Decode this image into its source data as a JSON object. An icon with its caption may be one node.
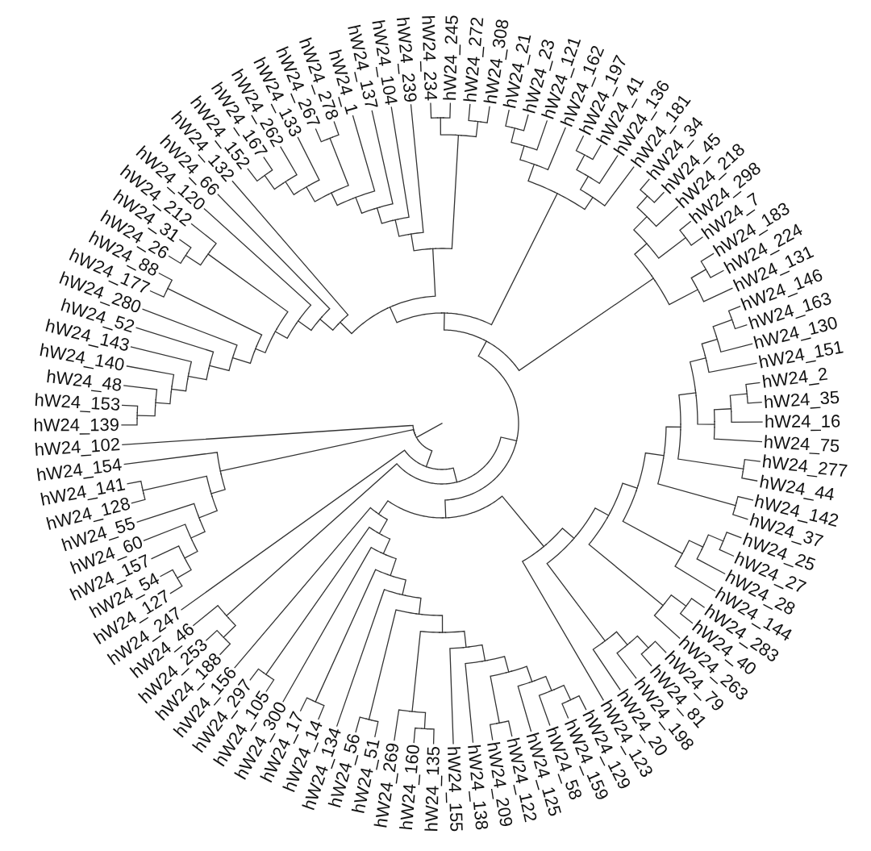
{
  "diagram": {
    "nodes": [
      {
        "text": [
          "hW24_245"
        ]
      },
      {
        "text": [
          "hW24_272"
        ]
      },
      {
        "text": [
          "hW24_308"
        ]
      },
      {
        "text": [
          "hW24_21"
        ]
      },
      {
        "text": [
          "hW24_23"
        ]
      },
      {
        "text": [
          "hW24_121"
        ]
      },
      {
        "text": [
          "hW24_162"
        ]
      },
      {
        "text": [
          "hW24_197"
        ]
      },
      {
        "text": [
          "hW24_41"
        ]
      },
      {
        "text": [
          "hW24_136"
        ]
      },
      {
        "text": [
          "hW24_181"
        ]
      },
      {
        "text": [
          "hW24_34"
        ]
      },
      {
        "text": [
          "hW24_45"
        ]
      },
      {
        "text": [
          "hW24_218"
        ]
      },
      {
        "text": [
          "hW24_298"
        ]
      },
      {
        "text": [
          "hW24_7"
        ]
      },
      {
        "text": [
          "hW24_183"
        ]
      },
      {
        "text": [
          "hW24_224"
        ]
      },
      {
        "text": [
          "hW24_131"
        ]
      },
      {
        "text": [
          "hW24_146"
        ]
      },
      {
        "text": [
          "hW24_163"
        ]
      },
      {
        "text": [
          "hW24_130"
        ]
      },
      {
        "text": [
          "hW24_151"
        ]
      },
      {
        "text": [
          "hW24_2"
        ]
      },
      {
        "text": [
          "hW24_35"
        ]
      },
      {
        "text": [
          "hW24_16"
        ]
      },
      {
        "text": [
          "hW24_75"
        ]
      },
      {
        "text": [
          "hW24_277"
        ]
      },
      {
        "text": [
          "hW24_44"
        ]
      },
      {
        "text": [
          "hW24_142"
        ]
      },
      {
        "text": [
          "hW24_37"
        ]
      },
      {
        "text": [
          "hW24_25"
        ]
      },
      {
        "text": [
          "hW24_27"
        ]
      },
      {
        "text": [
          "hW24_28"
        ]
      },
      {
        "text": [
          "hW24_144"
        ]
      },
      {
        "text": [
          "hW24_283"
        ]
      },
      {
        "text": [
          "hW24_40"
        ]
      },
      {
        "text": [
          "hW24_263"
        ]
      },
      {
        "text": [
          "hW24_79"
        ]
      },
      {
        "text": [
          "hW24_81"
        ]
      },
      {
        "text": [
          "hW24_198"
        ]
      },
      {
        "text": [
          "hW24_20"
        ]
      },
      {
        "text": [
          "hW24_123"
        ]
      },
      {
        "text": [
          "hW24_129"
        ]
      },
      {
        "text": [
          "hW24_159"
        ]
      },
      {
        "text": [
          "hW24_58"
        ]
      },
      {
        "text": [
          "hW24_125"
        ]
      },
      {
        "text": [
          "hW24_122"
        ]
      },
      {
        "text": [
          "hW24_209"
        ]
      },
      {
        "text": [
          "hW24_138"
        ]
      },
      {
        "text": [
          "hW24_155"
        ]
      },
      {
        "text": [
          "hW24_135"
        ]
      },
      {
        "text": [
          "hW24_160"
        ]
      },
      {
        "text": [
          "hW24_269"
        ]
      },
      {
        "text": [
          "hW24_51"
        ]
      },
      {
        "text": [
          "hW24_56"
        ]
      },
      {
        "text": [
          "hW24_134"
        ]
      },
      {
        "text": [
          "hW24_14"
        ]
      },
      {
        "text": [
          "hW24_17"
        ]
      },
      {
        "text": [
          "hW24_300"
        ]
      },
      {
        "text": [
          "hW24_105"
        ]
      },
      {
        "text": [
          "hW24_297"
        ]
      },
      {
        "text": [
          "hW24_156"
        ]
      },
      {
        "text": [
          "hW24_188"
        ]
      },
      {
        "text": [
          "hW24_253"
        ]
      },
      {
        "text": [
          "hW24_46"
        ]
      },
      {
        "text": [
          "hW24_247"
        ]
      },
      {
        "text": [
          "hW24_127"
        ]
      },
      {
        "text": [
          "hW24_54"
        ]
      },
      {
        "text": [
          "hW24_157"
        ]
      },
      {
        "text": [
          "hW24_60"
        ]
      },
      {
        "text": [
          "hW24_55"
        ]
      },
      {
        "text": [
          "hW24_128"
        ]
      },
      {
        "text": [
          "hW24_141"
        ]
      },
      {
        "text": [
          "hW24_154"
        ]
      },
      {
        "text": [
          "hW24_102"
        ]
      },
      {
        "text": [
          "hW24_139"
        ]
      },
      {
        "text": [
          "hW24_153"
        ]
      },
      {
        "text": [
          "hW24_48"
        ]
      },
      {
        "text": [
          "hW24_140"
        ]
      },
      {
        "text": [
          "hW24_143"
        ]
      },
      {
        "text": [
          "hW24_52"
        ]
      },
      {
        "text": [
          "hW24_280"
        ]
      },
      {
        "text": [
          "hW24_177"
        ]
      },
      {
        "text": [
          "hW24_88"
        ]
      },
      {
        "text": [
          "hW24_26"
        ]
      },
      {
        "text": [
          "hW24_31"
        ]
      },
      {
        "text": [
          "hW24_212"
        ]
      },
      {
        "text": [
          "hW24_120"
        ]
      },
      {
        "text": [
          "hW24_66"
        ]
      },
      {
        "text": [
          "hW24_132"
        ]
      },
      {
        "text": [
          "hW24_152"
        ]
      },
      {
        "text": [
          "hW24_167"
        ]
      },
      {
        "text": [
          "hW24_262"
        ]
      },
      {
        "text": [
          "hW24_133"
        ]
      },
      {
        "text": [
          "hW24_267"
        ]
      },
      {
        "text": [
          "hW24_278"
        ]
      },
      {
        "text": [
          "hW24_1"
        ]
      },
      {
        "text": [
          "hW24_137"
        ]
      },
      {
        "text": [
          "hW24_104"
        ]
      },
      {
        "text": [
          "hW24_239"
        ]
      },
      {
        "text": [
          "hW24_234"
        ]
      },
      {
        "text": [],
        "shape": "arc"
      },
      {
        "text": [],
        "shape": "arc"
      },
      {
        "text": [],
        "shape": "arc"
      },
      {
        "text": [],
        "shape": "arc"
      },
      {
        "text": [],
        "shape": "arc"
      },
      {
        "text": [],
        "shape": "arc"
      },
      {
        "text": [],
        "shape": "arc"
      },
      {
        "text": [],
        "shape": "arc"
      },
      {
        "text": [],
        "shape": "arc"
      },
      {
        "text": [],
        "shape": "arc"
      },
      {
        "text": [],
        "shape": "arc"
      },
      {
        "text": [],
        "shape": "arc"
      },
      {
        "text": [],
        "shape": "arc"
      },
      {
        "text": [],
        "shape": "arc"
      },
      {
        "text": [],
        "shape": "arc"
      },
      {
        "text": [],
        "shape": "arc"
      },
      {
        "text": [],
        "shape": "arc"
      },
      {
        "text": [],
        "shape": "arc"
      },
      {
        "text": [],
        "shape": "arc"
      },
      {
        "text": [],
        "shape": "arc"
      },
      {
        "text": [],
        "shape": "arc"
      },
      {
        "text": [],
        "shape": "arc"
      },
      {
        "text": [],
        "shape": "arc"
      },
      {
        "text": [],
        "shape": "arc"
      },
      {
        "text": [],
        "shape": "arc"
      },
      {
        "text": [],
        "shape": "arc"
      },
      {
        "text": [],
        "shape": "arc"
      },
      {
        "text": [],
        "shape": "arc"
      },
      {
        "text": [],
        "shape": "arc"
      },
      {
        "text": [],
        "shape": "arc"
      },
      {
        "text": [],
        "shape": "arc"
      },
      {
        "text": [],
        "shape": "arc"
      },
      {
        "text": [],
        "shape": "arc"
      },
      {
        "text": [],
        "shape": "arc"
      },
      {
        "text": [],
        "shape": "arc"
      },
      {
        "text": [],
        "shape": "arc"
      },
      {
        "text": [],
        "shape": "arc"
      },
      {
        "text": [],
        "shape": "arc"
      },
      {
        "text": [],
        "shape": "arc"
      },
      {
        "text": [],
        "shape": "arc"
      },
      {
        "text": [],
        "shape": "arc"
      },
      {
        "text": [],
        "shape": "arc"
      },
      {
        "text": [],
        "shape": "arc"
      },
      {
        "text": [],
        "shape": "arc"
      },
      {
        "text": [],
        "shape": "arc"
      },
      {
        "text": [],
        "shape": "arc"
      },
      {
        "text": [],
        "shape": "arc"
      },
      {
        "text": [],
        "shape": "arc"
      },
      {
        "text": [],
        "shape": "arc"
      },
      {
        "text": [],
        "shape": "arc"
      },
      {
        "text": [],
        "shape": "arc"
      },
      {
        "text": [],
        "shape": "arc"
      },
      {
        "text": [],
        "shape": "arc"
      },
      {
        "text": [],
        "shape": "arc"
      },
      {
        "text": [],
        "shape": "arc"
      },
      {
        "text": [],
        "shape": "arc"
      },
      {
        "text": [],
        "shape": "arc"
      },
      {
        "text": [],
        "shape": "arc"
      },
      {
        "text": [],
        "shape": "arc"
      },
      {
        "text": [],
        "shape": "arc"
      },
      {
        "text": [],
        "shape": "arc"
      },
      {
        "text": [],
        "shape": "arc"
      },
      {
        "text": [],
        "shape": "arc"
      },
      {
        "text": [],
        "shape": "arc"
      },
      {
        "text": [],
        "shape": "arc"
      },
      {
        "text": [],
        "shape": "arc"
      },
      {
        "text": [],
        "shape": "arc"
      },
      {
        "text": [],
        "shape": "arc"
      },
      {
        "text": [],
        "shape": "arc"
      },
      {
        "text": [],
        "shape": "arc"
      },
      {
        "text": [],
        "shape": "arc"
      },
      {
        "text": [],
        "shape": "arc"
      },
      {
        "text": [],
        "shape": "arc"
      },
      {
        "text": [],
        "shape": "arc"
      },
      {
        "text": [],
        "shape": "arc"
      },
      {
        "text": [],
        "shape": "arc"
      },
      {
        "text": [],
        "shape": "arc"
      },
      {
        "text": [],
        "shape": "arc"
      },
      {
        "text": [],
        "shape": "arc"
      },
      {
        "text": [],
        "shape": "arc"
      },
      {
        "text": [],
        "shape": "arc"
      },
      {
        "text": [],
        "shape": "arc"
      },
      {
        "text": [],
        "shape": "arc"
      },
      {
        "text": [],
        "shape": "arc"
      },
      {
        "text": [],
        "shape": "arc"
      },
      {
        "text": [],
        "shape": "arc"
      },
      {
        "text": [],
        "shape": "arc"
      },
      {
        "text": [],
        "shape": "arc"
      },
      {
        "text": [],
        "shape": "arc"
      },
      {
        "text": [],
        "shape": "arc"
      },
      {
        "text": [],
        "shape": "arc"
      },
      {
        "text": [],
        "shape": "arc"
      },
      {
        "text": [],
        "shape": "arc"
      },
      {
        "text": [],
        "shape": "arc"
      },
      {
        "text": [],
        "shape": "arc"
      },
      {
        "text": [],
        "shape": "arc"
      },
      {
        "text": [],
        "shape": "arc"
      },
      {
        "text": [],
        "shape": "arc"
      },
      {
        "text": [],
        "shape": "arc"
      },
      {
        "text": [],
        "shape": "arc"
      }
    ],
    "edges": [
      {
        "from": null,
        "to": 201,
        "arrow": "none"
      },
      {
        "from": 102,
        "to": 101,
        "arrow": "none"
      },
      {
        "from": 102,
        "to": 0,
        "arrow": "none"
      },
      {
        "from": 103,
        "to": 1,
        "arrow": "none"
      },
      {
        "from": 103,
        "to": 2,
        "arrow": "none"
      },
      {
        "from": 104,
        "to": 102,
        "arrow": "none"
      },
      {
        "from": 104,
        "to": 103,
        "arrow": "none"
      },
      {
        "from": 105,
        "to": 91,
        "arrow": "none"
      },
      {
        "from": 105,
        "to": 92,
        "arrow": "none"
      },
      {
        "from": 106,
        "to": 105,
        "arrow": "none"
      },
      {
        "from": 106,
        "to": 93,
        "arrow": "none"
      },
      {
        "from": 107,
        "to": 106,
        "arrow": "none"
      },
      {
        "from": 107,
        "to": 94,
        "arrow": "none"
      },
      {
        "from": 108,
        "to": 95,
        "arrow": "none"
      },
      {
        "from": 108,
        "to": 96,
        "arrow": "none"
      },
      {
        "from": 109,
        "to": 107,
        "arrow": "none"
      },
      {
        "from": 109,
        "to": 108,
        "arrow": "none"
      },
      {
        "from": 110,
        "to": 109,
        "arrow": "none"
      },
      {
        "from": 110,
        "to": 97,
        "arrow": "none"
      },
      {
        "from": 111,
        "to": 110,
        "arrow": "none"
      },
      {
        "from": 111,
        "to": 98,
        "arrow": "none"
      },
      {
        "from": 112,
        "to": 111,
        "arrow": "none"
      },
      {
        "from": 112,
        "to": 99,
        "arrow": "none"
      },
      {
        "from": 113,
        "to": 112,
        "arrow": "none"
      },
      {
        "from": 113,
        "to": 100,
        "arrow": "none"
      },
      {
        "from": 114,
        "to": 113,
        "arrow": "none"
      },
      {
        "from": 114,
        "to": 104,
        "arrow": "none"
      },
      {
        "from": 115,
        "to": 76,
        "arrow": "none"
      },
      {
        "from": 115,
        "to": 77,
        "arrow": "none"
      },
      {
        "from": 116,
        "to": 115,
        "arrow": "none"
      },
      {
        "from": 116,
        "to": 78,
        "arrow": "none"
      },
      {
        "from": 117,
        "to": 116,
        "arrow": "none"
      },
      {
        "from": 117,
        "to": 79,
        "arrow": "none"
      },
      {
        "from": 118,
        "to": 117,
        "arrow": "none"
      },
      {
        "from": 118,
        "to": 80,
        "arrow": "none"
      },
      {
        "from": 119,
        "to": 118,
        "arrow": "none"
      },
      {
        "from": 119,
        "to": 81,
        "arrow": "none"
      },
      {
        "from": 120,
        "to": 119,
        "arrow": "none"
      },
      {
        "from": 120,
        "to": 82,
        "arrow": "none"
      },
      {
        "from": 121,
        "to": 83,
        "arrow": "none"
      },
      {
        "from": 121,
        "to": 84,
        "arrow": "none"
      },
      {
        "from": 122,
        "to": 120,
        "arrow": "none"
      },
      {
        "from": 122,
        "to": 121,
        "arrow": "none"
      },
      {
        "from": 123,
        "to": 85,
        "arrow": "none"
      },
      {
        "from": 123,
        "to": 86,
        "arrow": "none"
      },
      {
        "from": 124,
        "to": 123,
        "arrow": "none"
      },
      {
        "from": 124,
        "to": 87,
        "arrow": "none"
      },
      {
        "from": 125,
        "to": 122,
        "arrow": "none"
      },
      {
        "from": 125,
        "to": 124,
        "arrow": "none"
      },
      {
        "from": 126,
        "to": 125,
        "arrow": "none"
      },
      {
        "from": 126,
        "to": 88,
        "arrow": "none"
      },
      {
        "from": 127,
        "to": 126,
        "arrow": "none"
      },
      {
        "from": 127,
        "to": 89,
        "arrow": "none"
      },
      {
        "from": 128,
        "to": 127,
        "arrow": "none"
      },
      {
        "from": 128,
        "to": 90,
        "arrow": "none"
      },
      {
        "from": 129,
        "to": 128,
        "arrow": "none"
      },
      {
        "from": 129,
        "to": 114,
        "arrow": "none"
      },
      {
        "from": 130,
        "to": 3,
        "arrow": "none"
      },
      {
        "from": 130,
        "to": 4,
        "arrow": "none"
      },
      {
        "from": 131,
        "to": 130,
        "arrow": "none"
      },
      {
        "from": 131,
        "to": 5,
        "arrow": "none"
      },
      {
        "from": 132,
        "to": 131,
        "arrow": "none"
      },
      {
        "from": 132,
        "to": 6,
        "arrow": "none"
      },
      {
        "from": 133,
        "to": 7,
        "arrow": "none"
      },
      {
        "from": 133,
        "to": 8,
        "arrow": "none"
      },
      {
        "from": 134,
        "to": 133,
        "arrow": "none"
      },
      {
        "from": 134,
        "to": 9,
        "arrow": "none"
      },
      {
        "from": 135,
        "to": 134,
        "arrow": "none"
      },
      {
        "from": 135,
        "to": 10,
        "arrow": "none"
      },
      {
        "from": 136,
        "to": 132,
        "arrow": "none"
      },
      {
        "from": 136,
        "to": 135,
        "arrow": "none"
      },
      {
        "from": 137,
        "to": 129,
        "arrow": "none"
      },
      {
        "from": 137,
        "to": 136,
        "arrow": "none"
      },
      {
        "from": 138,
        "to": 11,
        "arrow": "none"
      },
      {
        "from": 138,
        "to": 12,
        "arrow": "none"
      },
      {
        "from": 139,
        "to": 138,
        "arrow": "none"
      },
      {
        "from": 139,
        "to": 13,
        "arrow": "none"
      },
      {
        "from": 140,
        "to": 14,
        "arrow": "none"
      },
      {
        "from": 140,
        "to": 15,
        "arrow": "none"
      },
      {
        "from": 141,
        "to": 139,
        "arrow": "none"
      },
      {
        "from": 141,
        "to": 140,
        "arrow": "none"
      },
      {
        "from": 142,
        "to": 16,
        "arrow": "none"
      },
      {
        "from": 142,
        "to": 17,
        "arrow": "none"
      },
      {
        "from": 143,
        "to": 142,
        "arrow": "none"
      },
      {
        "from": 143,
        "to": 18,
        "arrow": "none"
      },
      {
        "from": 144,
        "to": 141,
        "arrow": "none"
      },
      {
        "from": 144,
        "to": 143,
        "arrow": "none"
      },
      {
        "from": 145,
        "to": 137,
        "arrow": "none"
      },
      {
        "from": 145,
        "to": 144,
        "arrow": "none"
      },
      {
        "from": 146,
        "to": 19,
        "arrow": "none"
      },
      {
        "from": 146,
        "to": 20,
        "arrow": "none"
      },
      {
        "from": 147,
        "to": 146,
        "arrow": "none"
      },
      {
        "from": 147,
        "to": 21,
        "arrow": "none"
      },
      {
        "from": 148,
        "to": 147,
        "arrow": "none"
      },
      {
        "from": 148,
        "to": 22,
        "arrow": "none"
      },
      {
        "from": 149,
        "to": 23,
        "arrow": "none"
      },
      {
        "from": 149,
        "to": 24,
        "arrow": "none"
      },
      {
        "from": 150,
        "to": 149,
        "arrow": "none"
      },
      {
        "from": 150,
        "to": 25,
        "arrow": "none"
      },
      {
        "from": 151,
        "to": 150,
        "arrow": "none"
      },
      {
        "from": 151,
        "to": 26,
        "arrow": "none"
      },
      {
        "from": 152,
        "to": 148,
        "arrow": "none"
      },
      {
        "from": 152,
        "to": 151,
        "arrow": "none"
      },
      {
        "from": 153,
        "to": 27,
        "arrow": "none"
      },
      {
        "from": 153,
        "to": 28,
        "arrow": "none"
      },
      {
        "from": 154,
        "to": 152,
        "arrow": "none"
      },
      {
        "from": 154,
        "to": 153,
        "arrow": "none"
      },
      {
        "from": 155,
        "to": 29,
        "arrow": "none"
      },
      {
        "from": 155,
        "to": 30,
        "arrow": "none"
      },
      {
        "from": 156,
        "to": 154,
        "arrow": "none"
      },
      {
        "from": 156,
        "to": 155,
        "arrow": "none"
      },
      {
        "from": 157,
        "to": 31,
        "arrow": "none"
      },
      {
        "from": 157,
        "to": 32,
        "arrow": "none"
      },
      {
        "from": 158,
        "to": 157,
        "arrow": "none"
      },
      {
        "from": 158,
        "to": 33,
        "arrow": "none"
      },
      {
        "from": 159,
        "to": 158,
        "arrow": "none"
      },
      {
        "from": 159,
        "to": 34,
        "arrow": "none"
      },
      {
        "from": 160,
        "to": 156,
        "arrow": "none"
      },
      {
        "from": 160,
        "to": 159,
        "arrow": "none"
      },
      {
        "from": 161,
        "to": 35,
        "arrow": "none"
      },
      {
        "from": 161,
        "to": 36,
        "arrow": "none"
      },
      {
        "from": 162,
        "to": 161,
        "arrow": "none"
      },
      {
        "from": 162,
        "to": 37,
        "arrow": "none"
      },
      {
        "from": 163,
        "to": 160,
        "arrow": "none"
      },
      {
        "from": 163,
        "to": 162,
        "arrow": "none"
      },
      {
        "from": 164,
        "to": 38,
        "arrow": "none"
      },
      {
        "from": 164,
        "to": 39,
        "arrow": "none"
      },
      {
        "from": 165,
        "to": 164,
        "arrow": "none"
      },
      {
        "from": 165,
        "to": 40,
        "arrow": "none"
      },
      {
        "from": 166,
        "to": 165,
        "arrow": "none"
      },
      {
        "from": 166,
        "to": 41,
        "arrow": "none"
      },
      {
        "from": 167,
        "to": 163,
        "arrow": "none"
      },
      {
        "from": 167,
        "to": 166,
        "arrow": "none"
      },
      {
        "from": 168,
        "to": 167,
        "arrow": "none"
      },
      {
        "from": 168,
        "to": 42,
        "arrow": "none"
      },
      {
        "from": 169,
        "to": 43,
        "arrow": "none"
      },
      {
        "from": 169,
        "to": 44,
        "arrow": "none"
      },
      {
        "from": 170,
        "to": 169,
        "arrow": "none"
      },
      {
        "from": 170,
        "to": 45,
        "arrow": "none"
      },
      {
        "from": 171,
        "to": 170,
        "arrow": "none"
      },
      {
        "from": 171,
        "to": 46,
        "arrow": "none"
      },
      {
        "from": 172,
        "to": 47,
        "arrow": "none"
      },
      {
        "from": 172,
        "to": 48,
        "arrow": "none"
      },
      {
        "from": 173,
        "to": 171,
        "arrow": "none"
      },
      {
        "from": 173,
        "to": 172,
        "arrow": "none"
      },
      {
        "from": 174,
        "to": 173,
        "arrow": "none"
      },
      {
        "from": 174,
        "to": 49,
        "arrow": "none"
      },
      {
        "from": 175,
        "to": 174,
        "arrow": "none"
      },
      {
        "from": 175,
        "to": 50,
        "arrow": "none"
      },
      {
        "from": 176,
        "to": 51,
        "arrow": "none"
      },
      {
        "from": 176,
        "to": 52,
        "arrow": "none"
      },
      {
        "from": 177,
        "to": 176,
        "arrow": "none"
      },
      {
        "from": 177,
        "to": 53,
        "arrow": "none"
      },
      {
        "from": 178,
        "to": 175,
        "arrow": "none"
      },
      {
        "from": 178,
        "to": 177,
        "arrow": "none"
      },
      {
        "from": 179,
        "to": 54,
        "arrow": "none"
      },
      {
        "from": 179,
        "to": 55,
        "arrow": "none"
      },
      {
        "from": 180,
        "to": 178,
        "arrow": "none"
      },
      {
        "from": 180,
        "to": 179,
        "arrow": "none"
      },
      {
        "from": 181,
        "to": 180,
        "arrow": "none"
      },
      {
        "from": 181,
        "to": 56,
        "arrow": "none"
      },
      {
        "from": 182,
        "to": 57,
        "arrow": "none"
      },
      {
        "from": 182,
        "to": 58,
        "arrow": "none"
      },
      {
        "from": 183,
        "to": 181,
        "arrow": "none"
      },
      {
        "from": 183,
        "to": 182,
        "arrow": "none"
      },
      {
        "from": 184,
        "to": 183,
        "arrow": "none"
      },
      {
        "from": 184,
        "to": 59,
        "arrow": "none"
      },
      {
        "from": 185,
        "to": 60,
        "arrow": "none"
      },
      {
        "from": 185,
        "to": 61,
        "arrow": "none"
      },
      {
        "from": 186,
        "to": 184,
        "arrow": "none"
      },
      {
        "from": 186,
        "to": 185,
        "arrow": "none"
      },
      {
        "from": 187,
        "to": 186,
        "arrow": "none"
      },
      {
        "from": 187,
        "to": 62,
        "arrow": "none"
      },
      {
        "from": 188,
        "to": 168,
        "arrow": "none"
      },
      {
        "from": 188,
        "to": 187,
        "arrow": "none"
      },
      {
        "from": 189,
        "to": 145,
        "arrow": "none"
      },
      {
        "from": 189,
        "to": 188,
        "arrow": "none"
      },
      {
        "from": 190,
        "to": 63,
        "arrow": "none"
      },
      {
        "from": 190,
        "to": 64,
        "arrow": "none"
      },
      {
        "from": 191,
        "to": 190,
        "arrow": "none"
      },
      {
        "from": 191,
        "to": 65,
        "arrow": "none"
      },
      {
        "from": 192,
        "to": 189,
        "arrow": "none"
      },
      {
        "from": 192,
        "to": 191,
        "arrow": "none"
      },
      {
        "from": 193,
        "to": 192,
        "arrow": "none"
      },
      {
        "from": 193,
        "to": 66,
        "arrow": "none"
      },
      {
        "from": 194,
        "to": 67,
        "arrow": "none"
      },
      {
        "from": 194,
        "to": 68,
        "arrow": "none"
      },
      {
        "from": 195,
        "to": 194,
        "arrow": "none"
      },
      {
        "from": 195,
        "to": 69,
        "arrow": "none"
      },
      {
        "from": 196,
        "to": 195,
        "arrow": "none"
      },
      {
        "from": 196,
        "to": 70,
        "arrow": "none"
      },
      {
        "from": 197,
        "to": 196,
        "arrow": "none"
      },
      {
        "from": 197,
        "to": 71,
        "arrow": "none"
      },
      {
        "from": 198,
        "to": 72,
        "arrow": "none"
      },
      {
        "from": 198,
        "to": 73,
        "arrow": "none"
      },
      {
        "from": 199,
        "to": 197,
        "arrow": "none"
      },
      {
        "from": 199,
        "to": 198,
        "arrow": "none"
      },
      {
        "from": 200,
        "to": 199,
        "arrow": "none"
      },
      {
        "from": 200,
        "to": 74,
        "arrow": "none"
      },
      {
        "from": 201,
        "to": 193,
        "arrow": "none"
      },
      {
        "from": 201,
        "to": 200,
        "arrow": "none"
      },
      {
        "from": 201,
        "to": 75,
        "arrow": "none"
      }
    ]
  }
}
